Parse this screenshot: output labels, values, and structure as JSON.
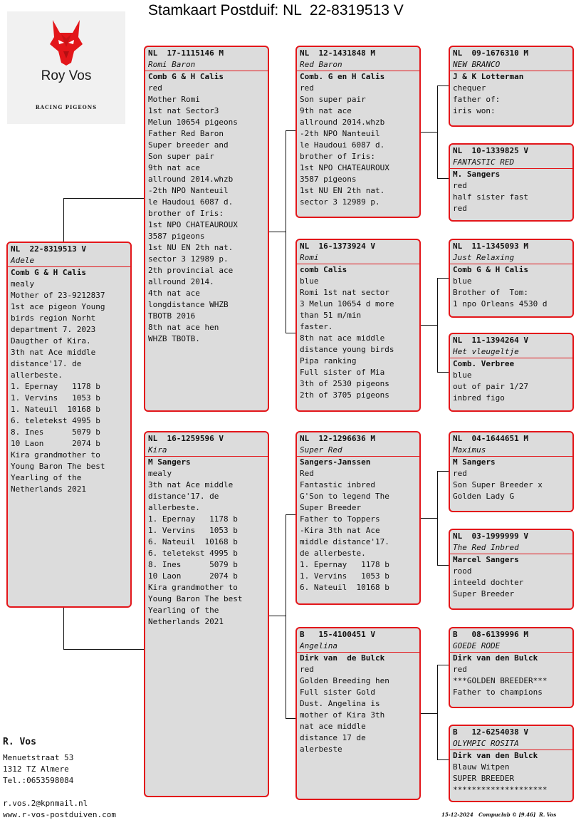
{
  "title": "Stamkaart Postduif: NL  22-8319513 V",
  "logo": {
    "name": "Roy Vos",
    "sub": "RACING PIGEONS",
    "icon": "wolf-icon",
    "color": "#e3161a"
  },
  "colors": {
    "border": "#e3161a",
    "card_bg": "#dcdcdc"
  },
  "cards": {
    "subject": {
      "ring": "NL  22-8319513 V",
      "name": "Adele",
      "breeder": "Comb G & H Calis",
      "lines": [
        "mealy",
        "Mother of 23-9212837",
        "1st ace pigeon Young",
        "birds region Norht",
        "department 7. 2023",
        "Daugther of Kira.",
        "3th nat Ace middle",
        "distance'17. de",
        "allerbeste.",
        "1. Epernay   1178 b",
        "1. Vervins   1053 b",
        "1. Nateuil  10168 b",
        "6. teletekst 4995 b",
        "8. Ines      5079 b",
        "10 Laon      2074 b",
        "Kira grandmother to",
        "Young Baron The best",
        "Yearling of the",
        "Netherlands 2021"
      ]
    },
    "father": {
      "ring": "NL  17-1115146 M",
      "name": "Romi Baron",
      "breeder": "Comb G & H Calis",
      "lines": [
        "red",
        "Mother Romi",
        "1st nat Sector3",
        "Melun 10654 pigeons",
        "Father Red Baron",
        "Super breeder and",
        "Son super pair",
        "9th nat ace",
        "allround 2014.whzb",
        "-2th NPO Nanteuil",
        "le Haudoui 6087 d.",
        "brother of Iris:",
        "1st NPO CHATEAUROUX",
        "3587 pigeons",
        "1st NU EN 2th nat.",
        "sector 3 12989 p.",
        "2th provincial ace",
        "allround 2014.",
        "4th nat ace",
        "longdistance WHZB",
        "TBOTB 2016",
        "8th nat ace hen",
        "WHZB TBOTB."
      ]
    },
    "mother": {
      "ring": "NL  16-1259596 V",
      "name": "Kira",
      "breeder": "M Sangers",
      "lines": [
        "mealy",
        "3th nat Ace middle",
        "distance'17. de",
        "allerbeste.",
        "1. Epernay   1178 b",
        "1. Vervins   1053 b",
        "6. Nateuil  10168 b",
        "6. teletekst 4995 b",
        "8. Ines      5079 b",
        "10 Laon      2074 b",
        "Kira grandmother to",
        "Young Baron The best",
        "Yearling of the",
        "Netherlands 2021"
      ]
    },
    "ff": {
      "ring": "NL  12-1431848 M",
      "name": "Red Baron",
      "breeder": "Comb. G en H Calis",
      "lines": [
        "red",
        "Son super pair",
        "9th nat ace",
        "allround 2014.whzb",
        "-2th NPO Nanteuil",
        "le Haudoui 6087 d.",
        "brother of Iris:",
        "1st NPO CHATEAUROUX",
        "3587 pigeons",
        "1st NU EN 2th nat.",
        "sector 3 12989 p."
      ]
    },
    "fm": {
      "ring": "NL  16-1373924 V",
      "name": "Romi",
      "breeder": "comb Calis",
      "lines": [
        "blue",
        "Romi 1st nat sector",
        "3 Melun 10654 d more",
        "than 51 m/min",
        "faster.",
        "8th nat ace middle",
        "distance young birds",
        "Pipa ranking",
        "Full sister of Mia",
        "3th of 2530 pigeons",
        "2th of 3705 pigeons"
      ]
    },
    "mf": {
      "ring": "NL  12-1296636 M",
      "name": "Super Red",
      "breeder": "Sangers-Janssen",
      "lines": [
        "Red",
        "Fantastic inbred",
        "G'Son to legend The",
        "Super Breeder",
        "Father to Toppers",
        "-Kira 3th nat Ace",
        "middle distance'17.",
        "de allerbeste.",
        "1. Epernay   1178 b",
        "1. Vervins   1053 b",
        "6. Nateuil  10168 b"
      ]
    },
    "mm": {
      "ring": "B   15-4100451 V",
      "name": "Angelina",
      "breeder": "Dirk van  de Bulck",
      "lines": [
        "red",
        "Golden Breeding hen",
        "Full sister Gold",
        "Dust. Angelina is",
        "mother of Kira 3th",
        "nat ace middle",
        "distance 17 de",
        "alerbeste"
      ]
    },
    "fff": {
      "ring": "NL  09-1676310 M",
      "name": "NEW BRANCO",
      "breeder": "J & K Lotterman",
      "lines": [
        "chequer",
        "father of:",
        "iris won:"
      ]
    },
    "ffm": {
      "ring": "NL  10-1339825 V",
      "name": "FANTASTIC RED",
      "breeder": "M. Sangers",
      "lines": [
        "red",
        "half sister fast",
        "red"
      ]
    },
    "fmf": {
      "ring": "NL  11-1345093 M",
      "name": "Just Relaxing",
      "breeder": "Comb G & H Calis",
      "lines": [
        "blue",
        "Brother of  Tom:",
        "1 npo Orleans 4530 d"
      ]
    },
    "fmm": {
      "ring": "NL  11-1394264 V",
      "name": "Het vleugeltje",
      "breeder": "Comb. Verbree",
      "lines": [
        "blue",
        "out of pair 1/27",
        "inbred figo"
      ]
    },
    "mff": {
      "ring": "NL  04-1644651 M",
      "name": "Maximus",
      "breeder": "M Sangers",
      "lines": [
        "red",
        "Son Super Breeder x",
        "Golden Lady G"
      ]
    },
    "mfm": {
      "ring": "NL  03-1999999 V",
      "name": "The Red Inbred",
      "breeder": "Marcel Sangers",
      "lines": [
        "rood",
        "inteeld dochter",
        "Super Breeder"
      ]
    },
    "mmf": {
      "ring": "B   08-6139996 M",
      "name": "GOEDE RODE",
      "breeder": "Dirk van den Bulck",
      "lines": [
        "red",
        "***GOLDEN BREEDER***",
        "Father to champions"
      ]
    },
    "mmm": {
      "ring": "B   12-6254038 V",
      "name": "OLYMPIC ROSITA",
      "breeder": "Dirk van den Bulck",
      "lines": [
        "Blauw Witpen",
        "SUPER BREEDER",
        "********************"
      ]
    }
  },
  "owner": {
    "name": "R. Vos",
    "street": "Menuetstraat 53",
    "city": "1312 TZ  Almere",
    "tel": "Tel.:0653598084",
    "email": "r.vos.2@kpnmail.nl",
    "web": "www.r-vos-postduiven.com"
  },
  "footer": "15-12-2024   Compuclub © [9.46]  R. Vos"
}
